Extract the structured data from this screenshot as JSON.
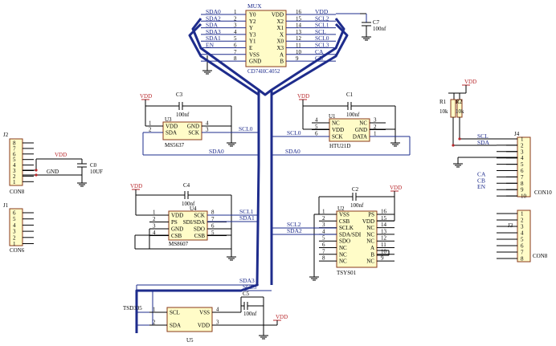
{
  "mux": {
    "name": "MUX",
    "part": "CD74HC4052",
    "left_nets": [
      "SDA0",
      "SDA2",
      "SDA",
      "SDA3",
      "SDA1",
      "EN",
      "",
      ""
    ],
    "left_nums": [
      "1",
      "2",
      "3",
      "4",
      "5",
      "6",
      "7",
      "8"
    ],
    "left_pins": [
      "Y0",
      "Y2",
      "Y",
      "Y3",
      "Y1",
      "E",
      "VSS",
      "GND"
    ],
    "right_pins": [
      "VDD",
      "X2",
      "X1",
      "X",
      "X0",
      "X3",
      "A",
      "B"
    ],
    "right_nums": [
      "16",
      "15",
      "14",
      "13",
      "12",
      "11",
      "10",
      "9"
    ],
    "right_nets": [
      "VDD",
      "SCL2",
      "SCL1",
      "SCL",
      "SCL0",
      "SCL3",
      "CA",
      "CB"
    ],
    "cap": {
      "ref": "C7",
      "value": "100nf"
    }
  },
  "u3": {
    "ref": "U3",
    "part": "MS5637",
    "left_nums": [
      "1",
      "2"
    ],
    "left_pins": [
      "VDD",
      "SDA"
    ],
    "right_pins": [
      "GND",
      "SCK"
    ],
    "right_nums": [
      "4",
      "3"
    ],
    "cap": {
      "ref": "C3",
      "value": "100nf"
    },
    "vdd": "VDD",
    "scl_net": "SCL0",
    "sda_net": "SDA0"
  },
  "u1": {
    "ref": "U1",
    "part": "HTU21D",
    "left_nums": [
      "4",
      "5",
      "6"
    ],
    "left_pins": [
      "NC",
      "VDD",
      "SCK"
    ],
    "right_pins": [
      "NC",
      "GND",
      "DATA"
    ],
    "right_nums": [
      "3",
      "2",
      "1"
    ],
    "cap": {
      "ref": "C1",
      "value": "100nf"
    },
    "vdd": "VDD",
    "scl_net": "SCL0",
    "sda_net": "SDA0"
  },
  "u4": {
    "ref": "U4",
    "part": "MS8607",
    "left_nums": [
      "1",
      "2",
      "3",
      "4"
    ],
    "left_pins": [
      "VDD",
      "PS",
      "GND",
      "CSB"
    ],
    "right_pins": [
      "SCK",
      "SDI/SDA",
      "SDO",
      "CSB"
    ],
    "right_nums": [
      "8",
      "7",
      "6",
      "5"
    ],
    "cap": {
      "ref": "C4",
      "value": "100nf"
    },
    "vdd": "VDD",
    "scl_net": "SCL1",
    "sda_net": "SDA1"
  },
  "u2": {
    "ref": "U2",
    "part": "TSYS01",
    "left_nums": [
      "1",
      "2",
      "3",
      "4",
      "5",
      "6",
      "7",
      "8"
    ],
    "left_pins": [
      "VSS",
      "CSB",
      "SCLK",
      "SDA/SDI",
      "SDO",
      "NC",
      "NC",
      "NC"
    ],
    "right_pins": [
      "PS",
      "VDD",
      "NC",
      "NC",
      "NC",
      "A",
      "B",
      "NC"
    ],
    "right_nums": [
      "16",
      "15",
      "14",
      "13",
      "12",
      "11",
      "10",
      "9"
    ],
    "cap": {
      "ref": "C2",
      "value": "100nf"
    },
    "vdd": "VDD",
    "scl_net": "SCL2",
    "sda_net": "SDA2"
  },
  "u5": {
    "ref": "U5",
    "part": "TSD305",
    "left_nums": [
      "1",
      "2"
    ],
    "left_pins": [
      "SCL",
      "SDA"
    ],
    "right_pins": [
      "VSS",
      "VDD"
    ],
    "right_nums": [
      "4",
      "3"
    ],
    "cap": {
      "ref": "C5",
      "value": "100nf"
    },
    "vdd": "VDD",
    "scl_net": "SCL3",
    "sda_net": "SDA3"
  },
  "j2": {
    "ref": "J2",
    "footprint": "CON8",
    "pins": [
      "8",
      "7",
      "6",
      "5",
      "4",
      "3",
      "2",
      "1"
    ],
    "vdd": "VDD",
    "gnd": "GND",
    "cap": {
      "ref": "C0",
      "value": "10UF"
    }
  },
  "j1": {
    "ref": "J1",
    "footprint": "CON6",
    "pins": [
      "6",
      "5",
      "4",
      "3",
      "2",
      "1"
    ]
  },
  "j4": {
    "ref": "J4",
    "footprint": "CON10",
    "pins": [
      "1",
      "2",
      "3",
      "4",
      "5",
      "6",
      "7",
      "8",
      "9",
      "10"
    ],
    "nets": [
      "SCL",
      "SDA",
      "",
      "",
      "",
      "",
      "CA",
      "CB",
      "EN",
      ""
    ],
    "vdd": "VDD",
    "r1": {
      "ref": "R1",
      "value": "10k"
    },
    "r2": {
      "ref": "R2",
      "value": "10k"
    }
  },
  "j3": {
    "ref": "J3",
    "footprint": "CON8",
    "pins": [
      "1",
      "2",
      "3",
      "4",
      "5",
      "6",
      "7",
      "8"
    ]
  },
  "colors": {
    "wire": "#1e2c8c",
    "power": "#b8282c",
    "chip_fill": "#fffcc8",
    "chip_border": "#8a3a1a"
  }
}
